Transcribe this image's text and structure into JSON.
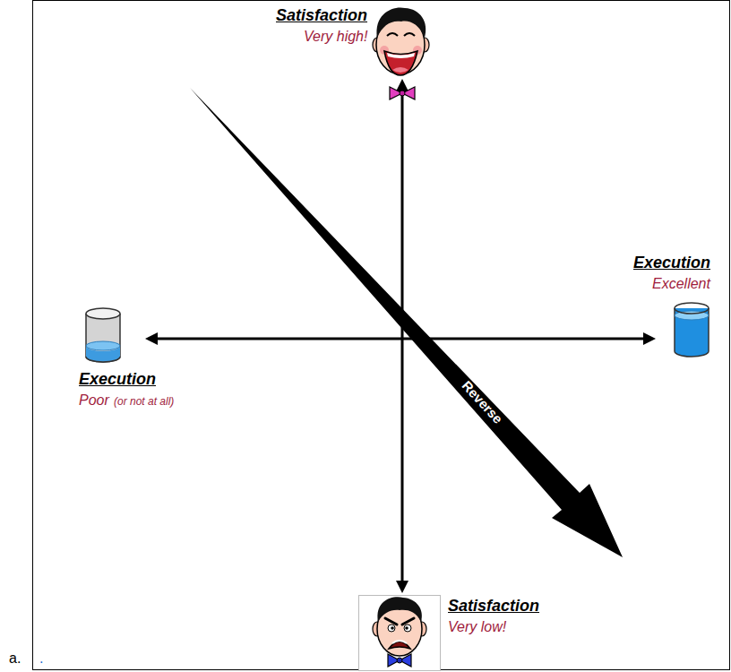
{
  "diagram": {
    "labels": [
      "Satisfaction",
      "Very high!",
      "Execution",
      "Excellent",
      "Execution",
      "Poor",
      "(or not at all)",
      "Reverse",
      "Satisfaction",
      "Very low!",
      "a.",
      "."
    ]
  }
}
